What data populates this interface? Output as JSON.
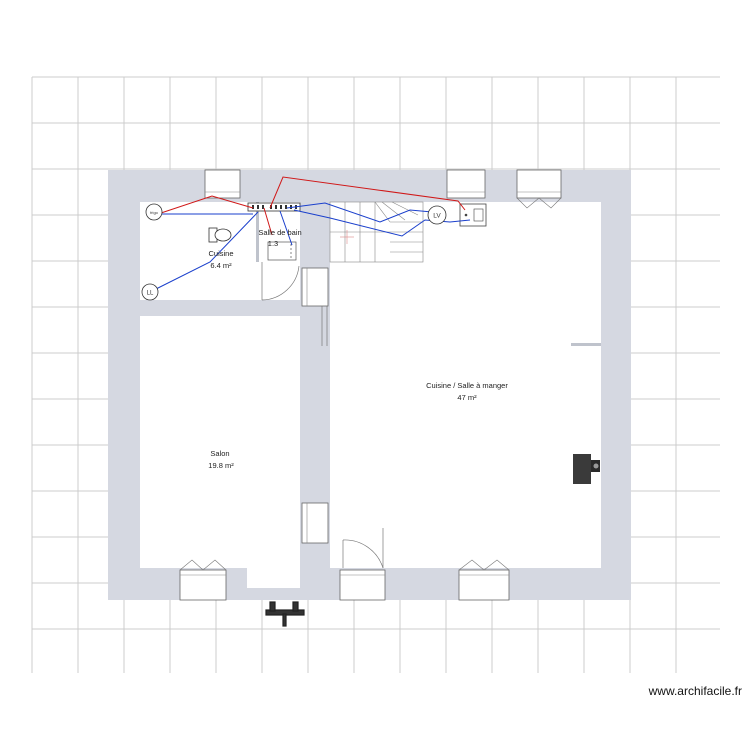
{
  "rooms": [
    {
      "name": "Cuisine",
      "area": "6.4 m²"
    },
    {
      "name": "Salle de bain",
      "area": "1.3"
    },
    {
      "name": "Salon",
      "area": "19.8 m²"
    },
    {
      "name": "Cuisine / Salle à manger",
      "area": "47 m²"
    }
  ],
  "fixtures": {
    "washing_machine": "LL",
    "dishwasher": "LV",
    "fridge": "frigo"
  },
  "watermark": "www.archifacile.fr",
  "colors": {
    "wall": "#d5d8e1",
    "grid": "#cccccc",
    "pipe_red": "#d01818",
    "pipe_blue": "#1a3fcc"
  }
}
